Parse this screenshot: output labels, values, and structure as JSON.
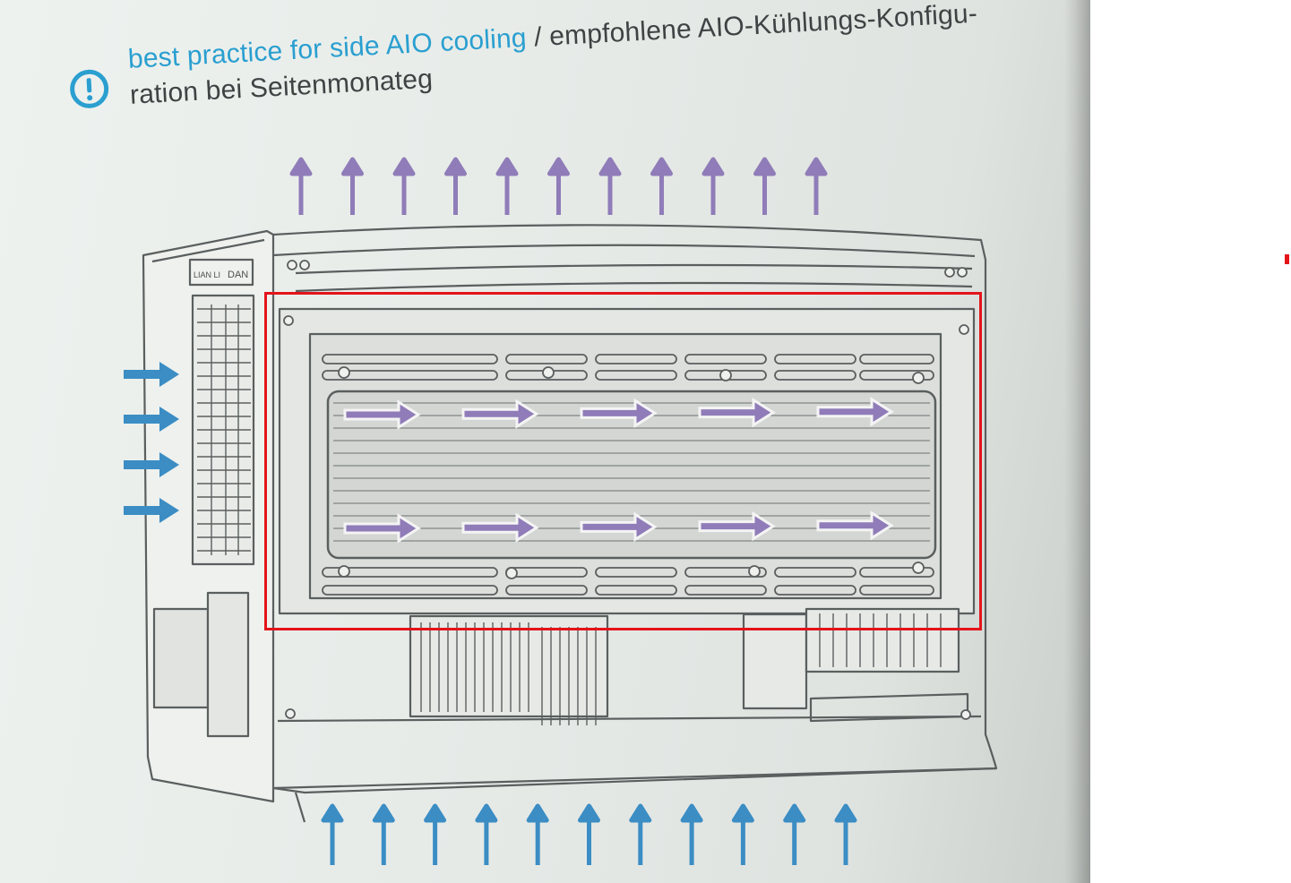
{
  "heading": {
    "text_blue": "best practice for side AIO cooling",
    "separator": " / ",
    "text_dark": "empfohlene AIO-Kühlungs-Konfigu-",
    "line2": "ration bei Seitenmonateg"
  },
  "icon": {
    "name": "info-exclamation-icon",
    "glyph": "!"
  },
  "case_labels": {
    "io_label": "LIAN LI",
    "logo": "DAN"
  },
  "airflow": {
    "exhaust_top_count": 11,
    "intake_bottom_count": 11,
    "intake_left_count": 4,
    "radiator_arrow_rows": 2,
    "radiator_arrows_per_row": 5
  },
  "colors": {
    "accent_blue": "#2a9fd0",
    "exhaust_purple": "#8f7cb8",
    "intake_blue": "#3b8dc4",
    "highlight_red": "#e4141b",
    "line_gray": "#5a5f5f"
  }
}
